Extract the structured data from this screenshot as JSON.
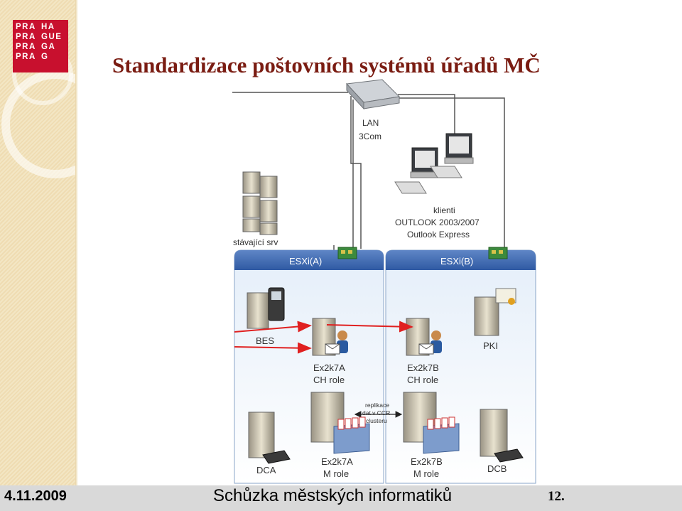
{
  "logo": {
    "rows": [
      [
        "PRA",
        "HA"
      ],
      [
        "PRA",
        "GUE"
      ],
      [
        "PRA",
        "GA"
      ],
      [
        "PRA",
        "G"
      ]
    ]
  },
  "title": "Standardizace poštovních systémů úřadů MČ",
  "diagram": {
    "switch_label_1": "LAN",
    "switch_label_2": "3Com",
    "existing_server": "stávající srv",
    "clients_1": "klienti",
    "clients_2": "OUTLOOK 2003/2007",
    "clients_3": "Outlook Express",
    "esxi_a": "ESXi(A)",
    "esxi_b": "ESXi(B)",
    "bes": "BES",
    "ex_a_ch_1": "Ex2k7A",
    "ex_a_ch_2": "CH role",
    "ex_b_ch_1": "Ex2k7B",
    "ex_b_ch_2": "CH role",
    "pki": "PKI",
    "replication_1": "replikace",
    "replication_2": "dat v CCR",
    "replication_3": "clusteru",
    "dca": "DCA",
    "ex_a_m_1": "Ex2k7A",
    "ex_a_m_2": "M role",
    "ex_b_m_1": "Ex2k7B",
    "ex_b_m_2": "M role",
    "dcb": "DCB"
  },
  "footer": {
    "date": "4.11.2009",
    "center": "Schůzka městských informatiků",
    "page": "12."
  }
}
